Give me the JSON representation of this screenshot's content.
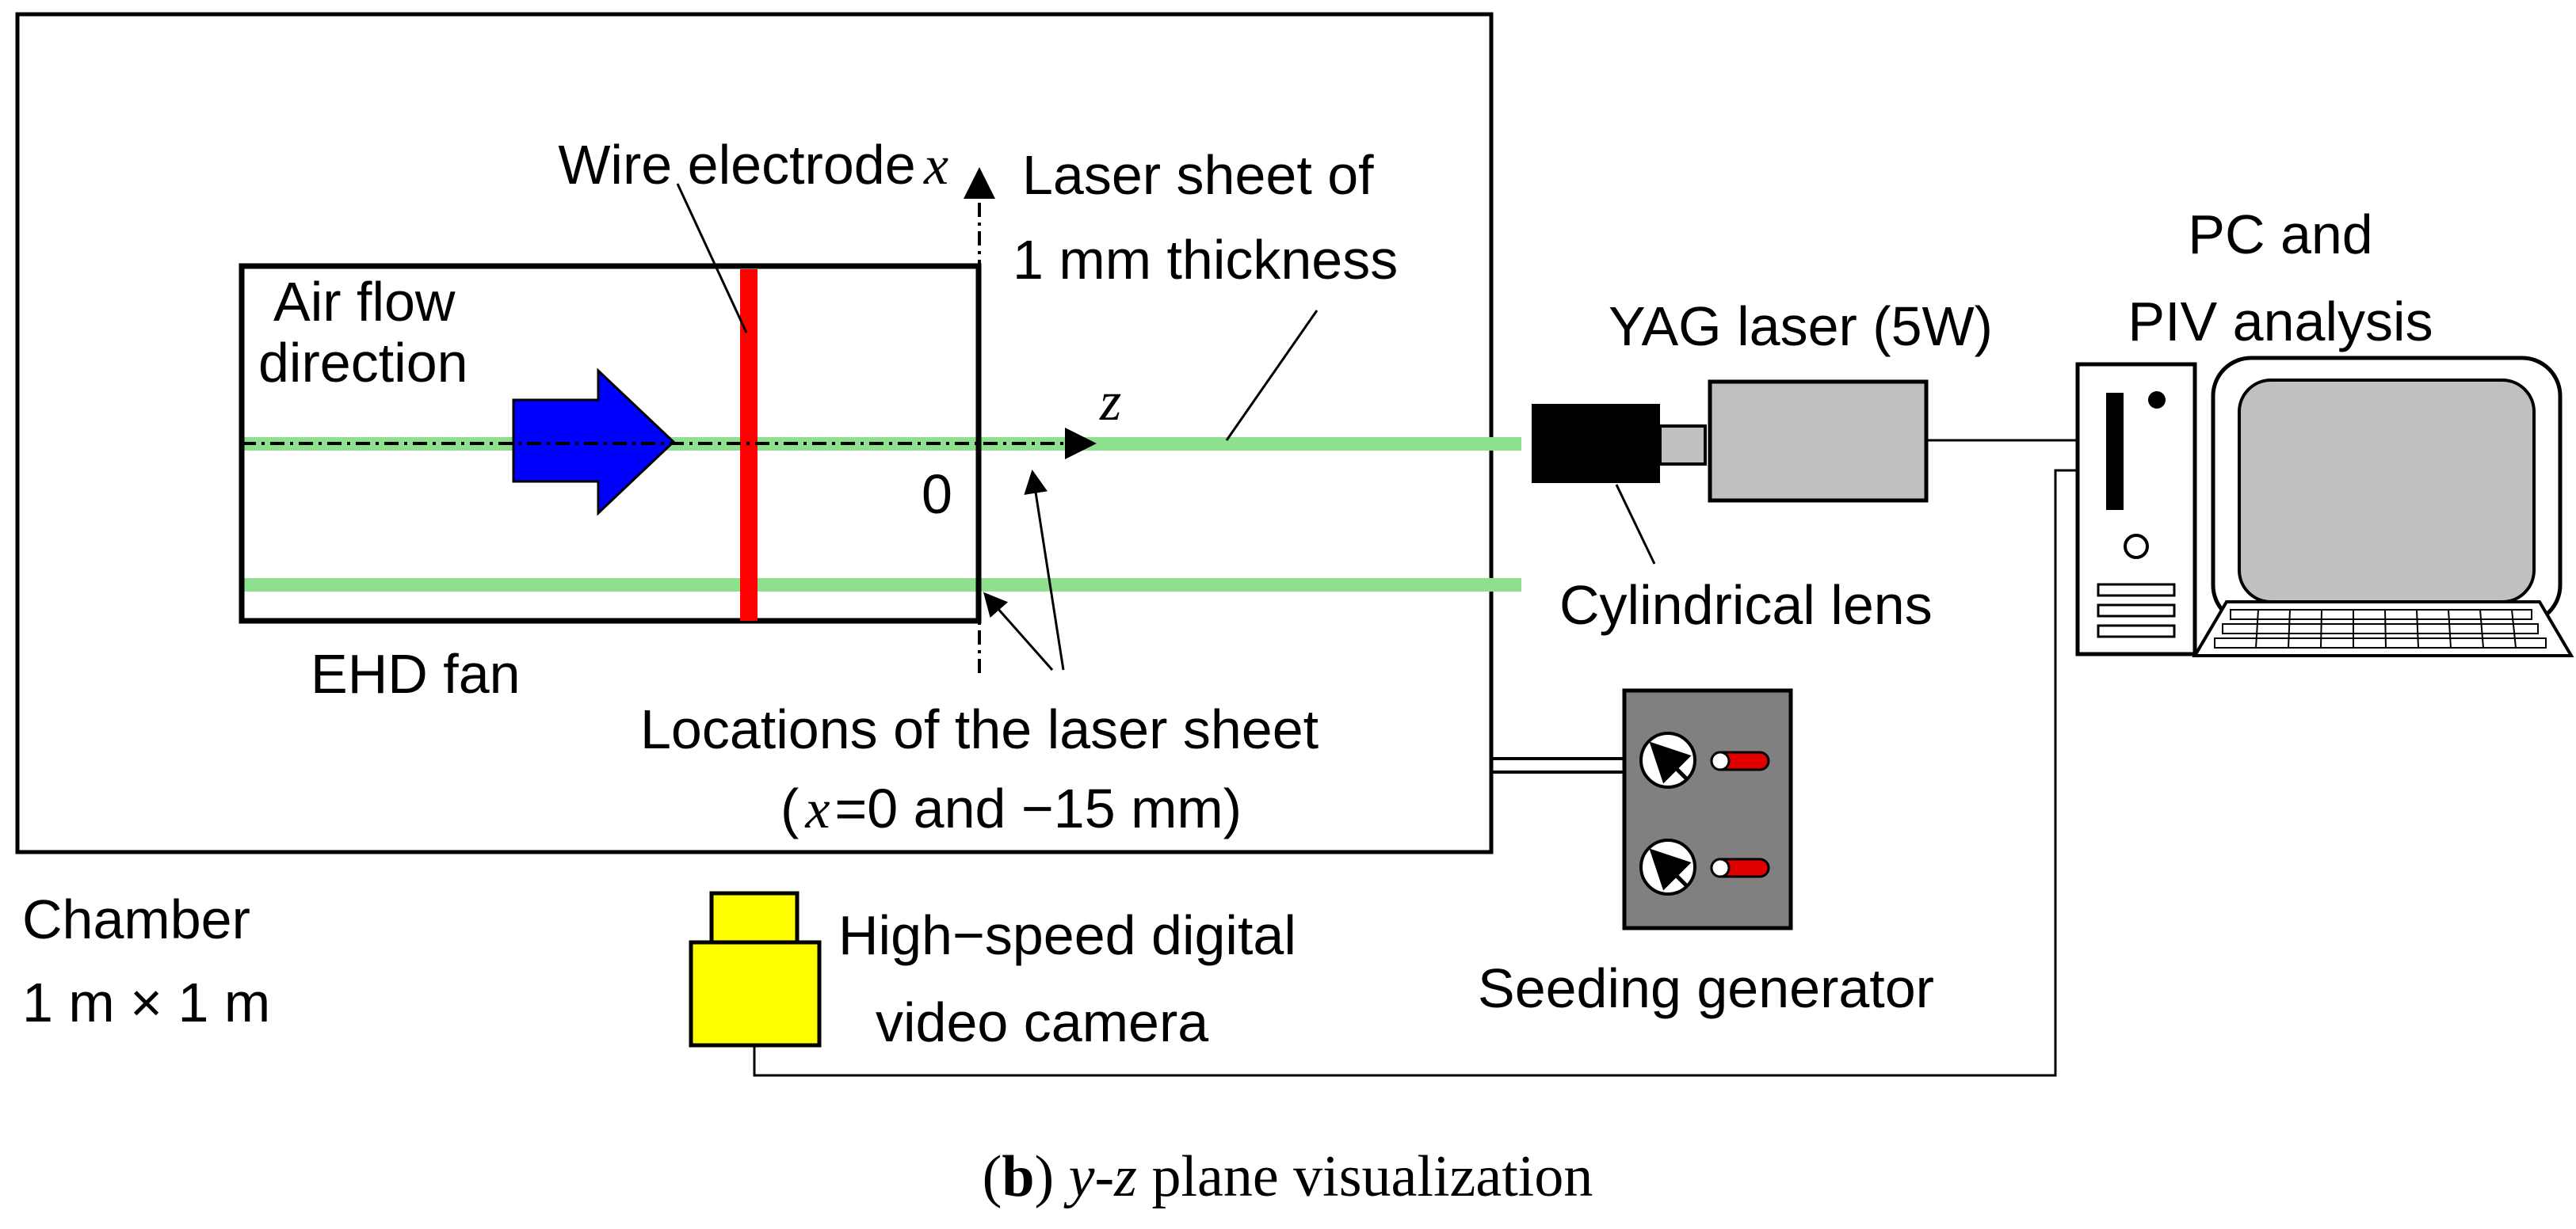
{
  "labels": {
    "wire_electrode": "Wire electrode",
    "air_flow_1": "Air flow",
    "air_flow_2": "direction",
    "laser_sheet_1": "Laser sheet of",
    "laser_sheet_2": "1 mm thickness",
    "axis_x": "x",
    "axis_z": "z",
    "origin": "0",
    "ehd_fan": "EHD fan",
    "locations_1": "Locations of the laser sheet",
    "locations_2_open": "(",
    "locations_2_x": "x",
    "locations_2_rest": "=0 and −15 mm)",
    "yag_laser": "YAG laser (5W)",
    "cylindrical_lens": "Cylindrical lens",
    "pc_1": "PC and",
    "pc_2": "PIV analysis",
    "seeding_generator": "Seeding generator",
    "camera_1": "High−speed digital",
    "camera_2": "video camera",
    "chamber_1": "Chamber",
    "chamber_2": "1 m × 1 m"
  },
  "caption": {
    "letter": "b",
    "plane": "y-z",
    "text": " plane visualization"
  },
  "colors": {
    "electrode": "#ff0000",
    "air_arrow": "#0000ff",
    "laser_sheet": "#8ee08e",
    "yag_body": "#c0c0c0",
    "seeding_panel": "#808080",
    "knob_red": "#e00000",
    "camera": "#ffff00",
    "screen": "#c0c0c0",
    "outline": "#000000"
  }
}
